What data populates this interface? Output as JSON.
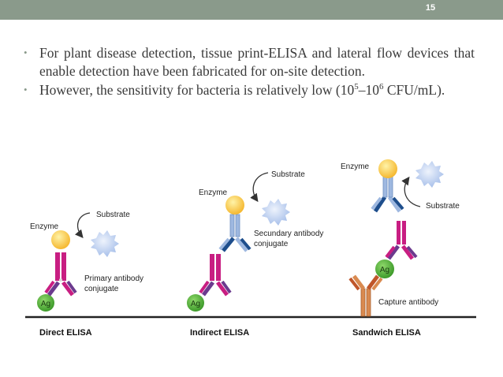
{
  "slide": {
    "number": "15"
  },
  "bullets": [
    {
      "text": "For plant disease detection, tissue print-ELISA and lateral flow devices that enable detection have been fabricated for on-site detection."
    },
    {
      "pre": "However, the sensitivity for bacteria is relatively low (10",
      "sup1": "5",
      "mid": "–10",
      "sup2": "6",
      "post": " CFU/mL)."
    }
  ],
  "diagram": {
    "direct": {
      "title": "Direct ELISA",
      "enzyme": "Enzyme",
      "substrate": "Substrate",
      "antibody_line1": "Primary antibody",
      "antibody_line2": "conjugate",
      "antigen": "Ag"
    },
    "indirect": {
      "title": "Indirect ELISA",
      "enzyme": "Enzyme",
      "substrate": "Substrate",
      "antibody_line1": "Secundary antibody",
      "antibody_line2": "conjugate",
      "antigen": "Ag"
    },
    "sandwich": {
      "title": "Sandwich ELISA",
      "enzyme": "Enzyme",
      "substrate": "Substrate",
      "capture": "Capture antibody",
      "antigen": "Ag"
    },
    "colors": {
      "enzyme": "#f5b830",
      "substrate": "#b9cdf0",
      "antigen": "#52b038",
      "primary_antibody": "#c81e82",
      "secondary_antibody": "#9eb8e0",
      "secondary_tip": "#1e4e8c",
      "capture_antibody": "#d98a50",
      "surface": "#222222"
    }
  }
}
